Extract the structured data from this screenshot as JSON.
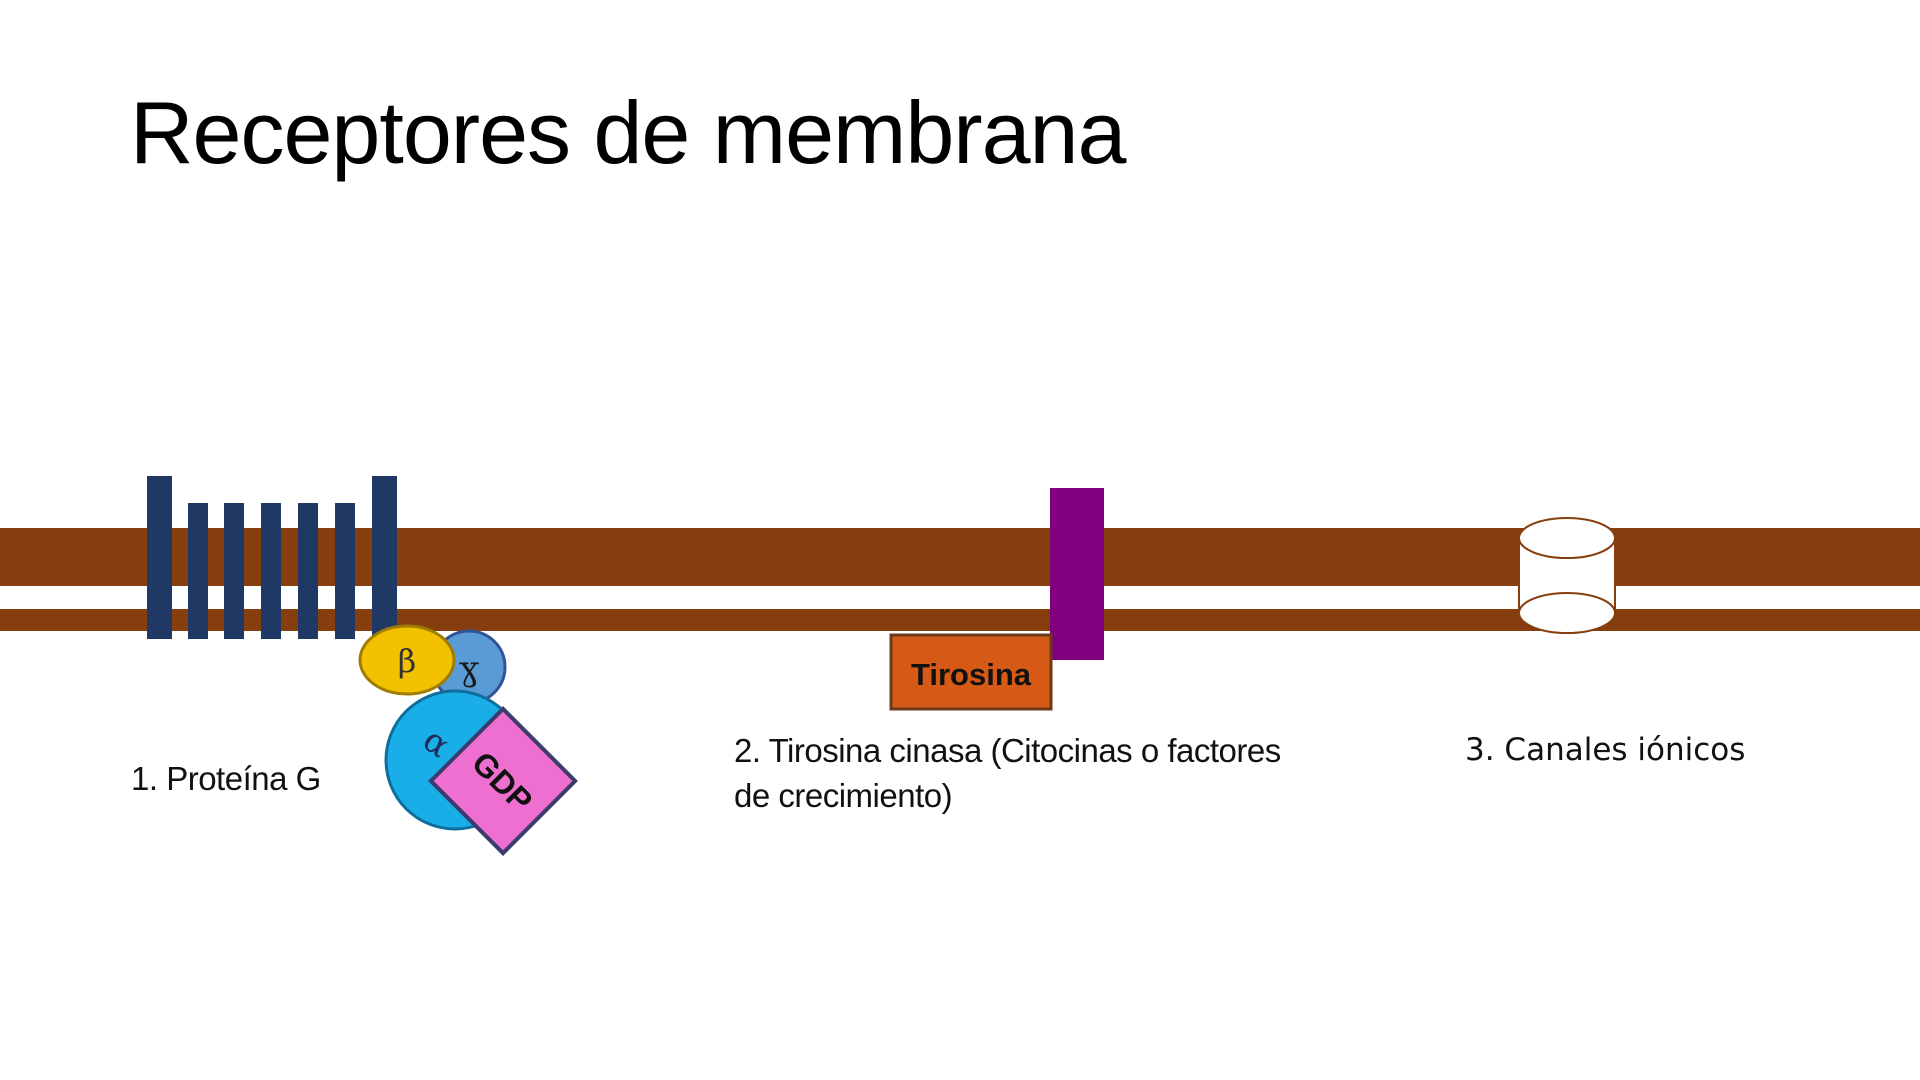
{
  "title": "Receptores de membrana",
  "receptors": [
    {
      "label": "1. Proteína G"
    },
    {
      "label": "2. Tirosina cinasa (Citocinas o factores de crecimiento)"
    },
    {
      "label": "3. Canales iónicos"
    }
  ],
  "g_protein": {
    "beta": "β",
    "gamma": "ɣ",
    "alpha": "α",
    "gdp": "GDP"
  },
  "tyrosine": {
    "box_label": "Tirosina"
  },
  "colors": {
    "membrane": "#873e0f",
    "gpcr_helix": "#1f3864",
    "beta": "#f2c200",
    "gamma": "#5b9bd5",
    "alpha": "#1aaee8",
    "gdp": "#ee6fd0",
    "tyrosine_box": "#d55a15",
    "tyrosine_receptor": "#800080",
    "channel_stroke": "#873e0f"
  }
}
